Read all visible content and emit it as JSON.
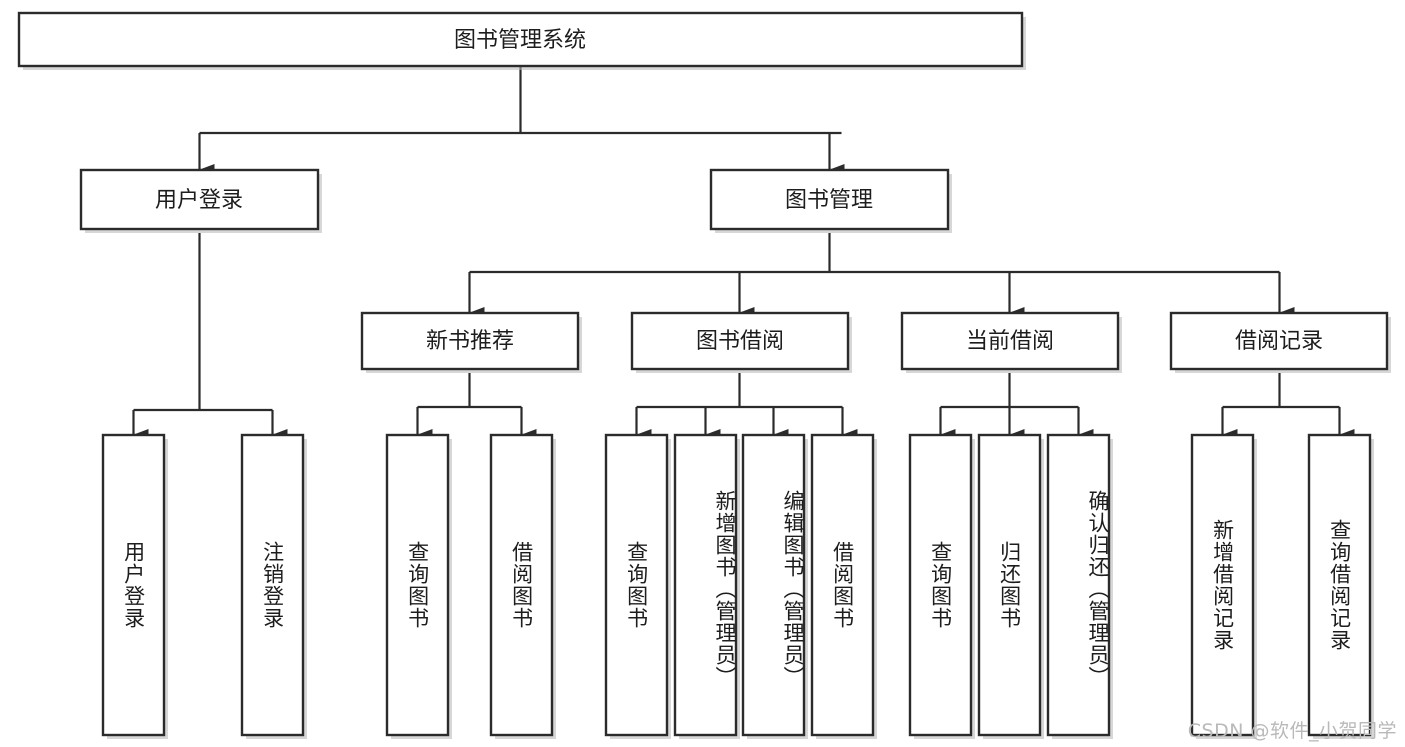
{
  "diagram": {
    "title": "图书管理系统",
    "type": "tree",
    "watermark": "CSDN @软件_小贺同学",
    "colors": {
      "box_fill": "#ffffff",
      "box_stroke": "#2b2b2b",
      "text": "#1d1d1d",
      "shadow": "#b7b7b7",
      "background": "#ffffff",
      "watermark": "#b9b9b9"
    },
    "root": {
      "label": "图书管理系统"
    },
    "level2": [
      {
        "label": "用户登录"
      },
      {
        "label": "图书管理"
      }
    ],
    "level3": [
      {
        "label": "新书推荐"
      },
      {
        "label": "图书借阅"
      },
      {
        "label": "当前借阅"
      },
      {
        "label": "借阅记录"
      }
    ],
    "leaves": {
      "user_login": [
        {
          "label": "用户登录"
        },
        {
          "label": "注销登录"
        }
      ],
      "new_book_recommend": [
        {
          "label": "查询图书"
        },
        {
          "label": "借阅图书"
        }
      ],
      "book_borrow": [
        {
          "label": "查询图书"
        },
        {
          "label": "新增图书（管理员）"
        },
        {
          "label": "编辑图书（管理员）"
        },
        {
          "label": "借阅图书"
        }
      ],
      "current_borrow": [
        {
          "label": "查询图书"
        },
        {
          "label": "归还图书"
        },
        {
          "label": "确认归还（管理员）"
        }
      ],
      "borrow_records": [
        {
          "label": "新增借阅记录"
        },
        {
          "label": "查询借阅记录"
        }
      ]
    }
  }
}
